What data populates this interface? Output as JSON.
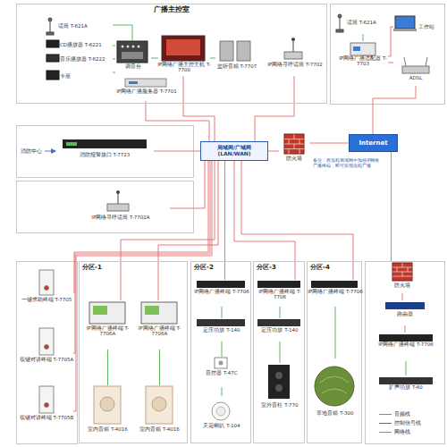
{
  "diagram": {
    "nodes": [
      {
        "text": [
          "广播主控室"
        ]
      },
      {
        "text": [
          "话筒 T-621A"
        ],
        "in": 0
      },
      {
        "text": [
          "CD播放器 T-6221"
        ],
        "in": 0
      },
      {
        "text": [
          "音乐播放器 T-6222"
        ],
        "in": 0
      },
      {
        "text": [
          "卡座"
        ],
        "in": 0
      },
      {
        "text": [
          "调音台"
        ],
        "in": 0
      },
      {
        "text": [
          "IP网络广播主控主机 T-7700"
        ],
        "in": 0
      },
      {
        "text": [
          "IP网络广播服务器 T-7701"
        ],
        "in": 0
      },
      {
        "text": [
          "监听音箱 T-7707"
        ],
        "in": 0
      },
      {
        "text": [
          "IP网络寻呼话筒 T-7702"
        ],
        "in": 0
      },
      {
        "text": [
          "话筒 T-621A"
        ]
      },
      {
        "text": [
          "工作站"
        ]
      },
      {
        "text": [
          "IP网络广播适配器 T-7703"
        ]
      },
      {
        "text": [
          "ADSL"
        ]
      },
      {
        "text": [
          "局域网/广域网 (LAN/WAN)"
        ]
      },
      {
        "text": [
          "防火墙"
        ]
      },
      {
        "text": [
          "Internet"
        ]
      },
      {
        "text": [
          "消防中心"
        ]
      },
      {
        "text": [
          "消防报警接口 T-7723"
        ]
      },
      {
        "text": [
          "IP网络寻呼话筒 T-7702A"
        ]
      },
      {
        "text": [
          "一键求助终端 T-7705"
        ]
      },
      {
        "text": [
          "双键对讲终端 T-7705A"
        ]
      },
      {
        "text": [
          "双键对讲终端 T-7705B"
        ]
      },
      {
        "text": [
          "分区-1"
        ]
      },
      {
        "text": [
          "IP网络广播终端 T-7706A"
        ],
        "in": 23
      },
      {
        "text": [
          "IP网络广播终端 T-7706A"
        ],
        "in": 23
      },
      {
        "text": [
          "室内音箱 T-4016"
        ],
        "in": 23
      },
      {
        "text": [
          "室内音箱 T-4016"
        ],
        "in": 23
      },
      {
        "text": [
          "分区-2"
        ]
      },
      {
        "text": [
          "IP网络广播终端 T-7706"
        ],
        "in": 28
      },
      {
        "text": [
          "定压功放 T-140"
        ],
        "in": 28
      },
      {
        "text": [
          "音控器 T-47C"
        ],
        "in": 28
      },
      {
        "text": [
          "天花喇叭 T-104"
        ],
        "in": 28
      },
      {
        "text": [
          "分区-3"
        ]
      },
      {
        "text": [
          "IP网络广播终端 T-7706"
        ],
        "in": 33
      },
      {
        "text": [
          "定压功放 T-140"
        ],
        "in": 33
      },
      {
        "text": [
          "室外音柱 T-770"
        ],
        "in": 33
      },
      {
        "text": [
          "分区-4"
        ]
      },
      {
        "text": [
          "IP网络广播终端 T-7706"
        ],
        "in": 37
      },
      {
        "text": [
          "草地音箱 T-300"
        ],
        "in": 37
      },
      {
        "text": [
          "防火墙"
        ]
      },
      {
        "text": [
          "路由器"
        ]
      },
      {
        "text": [
          "IP网络广播终端 T-7706"
        ]
      },
      {
        "text": [
          "扩声功放 T-60"
        ]
      }
    ],
    "edges": [
      {
        "from": 14,
        "to": 6,
        "arrow": "none"
      },
      {
        "from": 14,
        "to": 7,
        "arrow": "none"
      },
      {
        "from": 14,
        "to": 9,
        "arrow": "none"
      },
      {
        "from": 14,
        "to": 15,
        "arrow": "none"
      },
      {
        "from": 15,
        "to": 16,
        "arrow": "none"
      },
      {
        "from": 16,
        "to": 13,
        "arrow": "none"
      },
      {
        "from": 13,
        "to": 12,
        "arrow": "none"
      },
      {
        "from": 12,
        "to": 11,
        "arrow": "none"
      },
      {
        "from": 10,
        "to": 12,
        "arrow": "none"
      },
      {
        "from": 16,
        "to": 40,
        "arrow": "none"
      },
      {
        "from": 40,
        "to": 41,
        "arrow": "none"
      },
      {
        "from": 41,
        "to": 42,
        "arrow": "none"
      },
      {
        "from": 42,
        "to": 43,
        "arrow": "none"
      },
      {
        "from": 17,
        "to": 18,
        "arrow": "to"
      },
      {
        "from": 14,
        "to": 18,
        "arrow": "none"
      },
      {
        "from": 14,
        "to": 19,
        "arrow": "none"
      },
      {
        "from": 14,
        "to": 20,
        "arrow": "none"
      },
      {
        "from": 14,
        "to": 21,
        "arrow": "none"
      },
      {
        "from": 14,
        "to": 22,
        "arrow": "none"
      },
      {
        "from": 14,
        "to": 24,
        "arrow": "none"
      },
      {
        "from": 14,
        "to": 25,
        "arrow": "none"
      },
      {
        "from": 14,
        "to": 29,
        "arrow": "none"
      },
      {
        "from": 14,
        "to": 34,
        "arrow": "none"
      },
      {
        "from": 14,
        "to": 38,
        "arrow": "none"
      },
      {
        "from": 1,
        "to": 5,
        "arrow": "none"
      },
      {
        "from": 2,
        "to": 5,
        "arrow": "none"
      },
      {
        "from": 3,
        "to": 5,
        "arrow": "none"
      },
      {
        "from": 4,
        "to": 5,
        "arrow": "none"
      },
      {
        "from": 5,
        "to": 6,
        "arrow": "none"
      },
      {
        "from": 6,
        "to": 8,
        "arrow": "none"
      },
      {
        "from": 24,
        "to": 26,
        "arrow": "none"
      },
      {
        "from": 25,
        "to": 27,
        "arrow": "none"
      },
      {
        "from": 29,
        "to": 30,
        "arrow": "none"
      },
      {
        "from": 30,
        "to": 31,
        "arrow": "none"
      },
      {
        "from": 31,
        "to": 32,
        "arrow": "none"
      },
      {
        "from": 34,
        "to": 35,
        "arrow": "none"
      },
      {
        "from": 35,
        "to": 36,
        "arrow": "none"
      },
      {
        "from": 38,
        "to": 39,
        "arrow": "none"
      }
    ],
    "labels": [
      "备注：在远程局域网中加挂IP网络广播终端，即可实现远程广播"
    ],
    "legend": [
      {
        "text": "音频线"
      },
      {
        "text": "控制信号线"
      },
      {
        "text": "网络线"
      }
    ]
  }
}
